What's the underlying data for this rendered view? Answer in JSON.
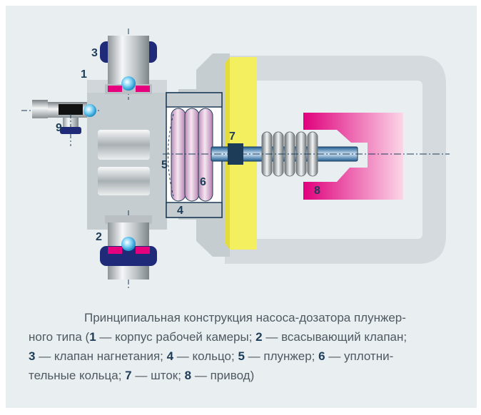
{
  "labels": {
    "l1": "1",
    "l2": "2",
    "l3": "3",
    "l4": "4",
    "l5": "5",
    "l6": "6",
    "l7": "7",
    "l8": "8",
    "l9": "9"
  },
  "caption": {
    "line1": "Принципиальная конструкция насоса-дозатора плунжер-",
    "line2_pre": "ного типа (",
    "n1": "1",
    "t1": " — корпус рабочей камеры; ",
    "n2": "2",
    "t2": " — всасывающий клапан;",
    "n3": "3",
    "t3": " — клапан нагнетания; ",
    "n4": "4",
    "t4": " — кольцо; ",
    "n5": "5",
    "t5": " — плунжер; ",
    "n6": "6",
    "t6": " — уплотни-",
    "line4_pre": "тельные кольца; ",
    "n7": "7",
    "t7": " — шток; ",
    "n8": "8",
    "t8": " — привод)"
  },
  "colors": {
    "panel": "#e9eef1",
    "frame": "#d4dadd",
    "body_gray": "#c6cdd1",
    "yellow_plate": "#f4ef5e",
    "magenta": "#e6007e",
    "pink_drive": "#f7c6df",
    "valve_blue": "#1f2a78",
    "rod_blue": "#2f7ec0",
    "label_text": "#1d3c57"
  }
}
